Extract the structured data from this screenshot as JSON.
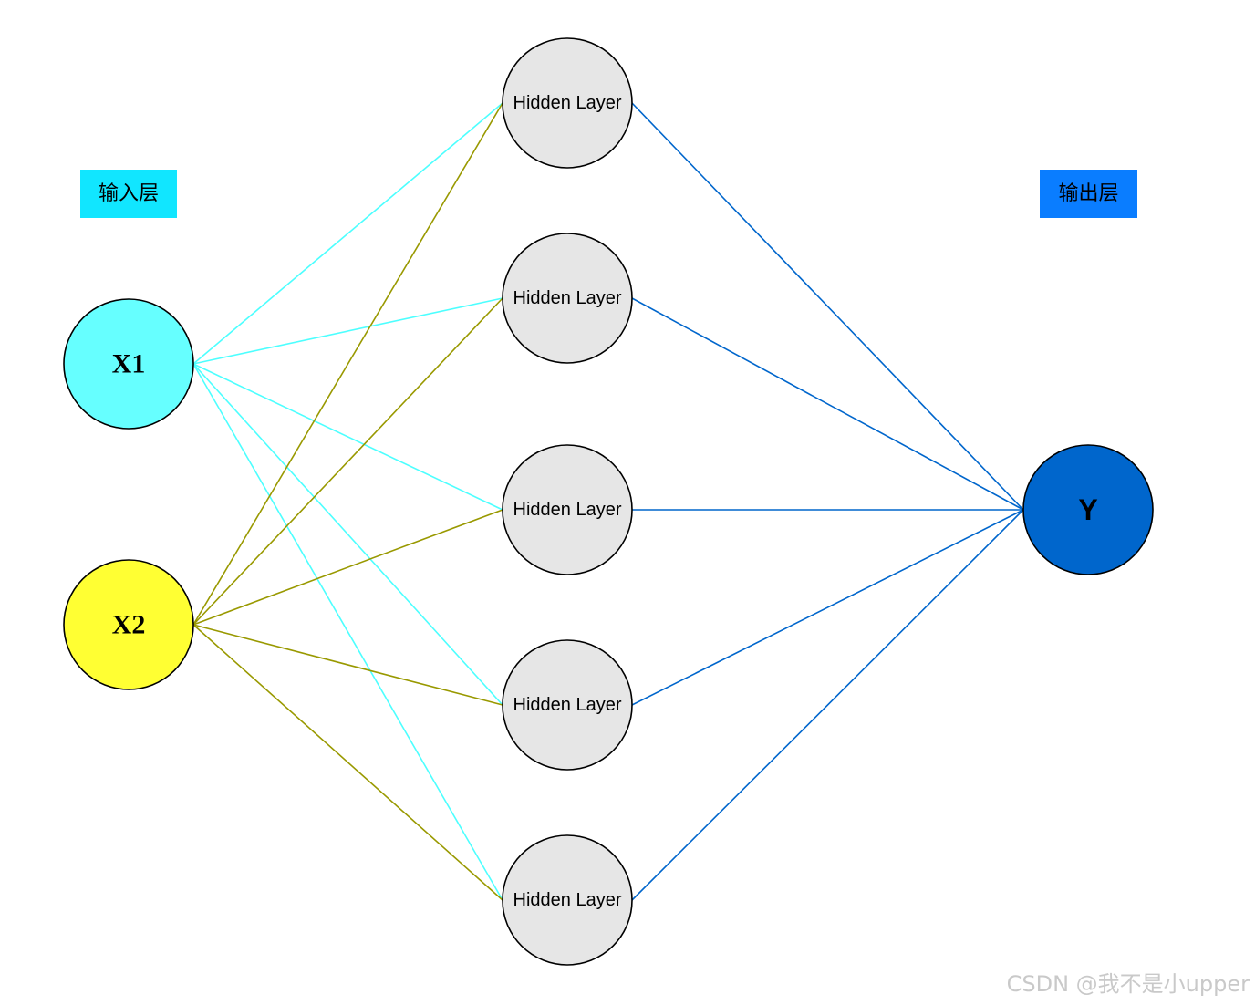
{
  "labels": {
    "input_layer": "输入层",
    "output_layer": "输出层"
  },
  "input_nodes": [
    {
      "label": "X1",
      "fill": "#66ffff"
    },
    {
      "label": "X2",
      "fill": "#ffff33"
    }
  ],
  "hidden_nodes": [
    {
      "label": "Hidden Layer"
    },
    {
      "label": "Hidden Layer"
    },
    {
      "label": "Hidden Layer"
    },
    {
      "label": "Hidden Layer"
    },
    {
      "label": "Hidden Layer"
    }
  ],
  "output_node": {
    "label": "Y",
    "fill": "#0066cc"
  },
  "colors": {
    "input_label_bg": "#11e6ff",
    "output_label_bg": "#0a7dff",
    "hidden_fill": "#e6e6e6",
    "x1_edges": "#4dffff",
    "x2_edges": "#999900",
    "output_edges": "#0066cc",
    "node_stroke": "#000000"
  },
  "watermark": "CSDN @我不是小upper"
}
